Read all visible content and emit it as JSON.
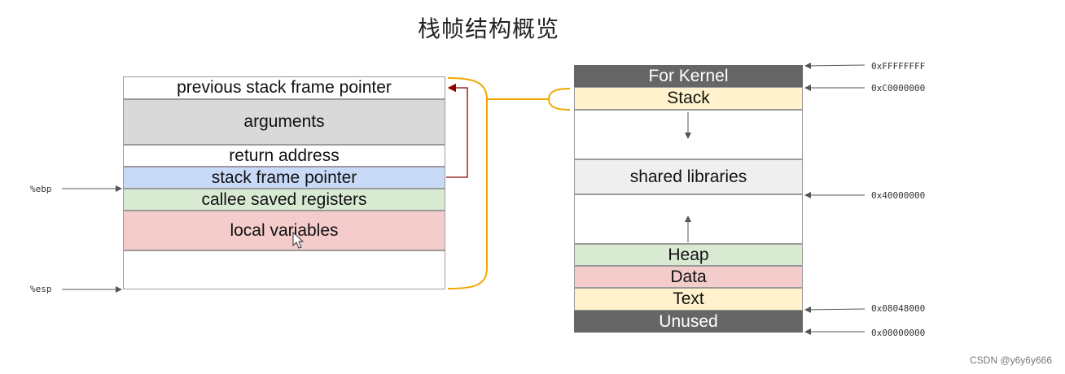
{
  "title": "栈帧结构概览",
  "stack_frame": {
    "rows": [
      {
        "label": "previous stack frame pointer",
        "color": "#ffffff"
      },
      {
        "label": "arguments",
        "color": "#d9d9d9"
      },
      {
        "label": "return address",
        "color": "#ffffff"
      },
      {
        "label": "stack frame pointer",
        "color": "#c9daf8"
      },
      {
        "label": "callee saved registers",
        "color": "#d9ead3"
      },
      {
        "label": "local variables",
        "color": "#f4cccc"
      },
      {
        "label": "",
        "color": "#ffffff"
      }
    ],
    "pointers": {
      "ebp": "%ebp",
      "esp": "%esp"
    }
  },
  "memory_map": {
    "segments": [
      {
        "label": "For Kernel",
        "color": "#666666",
        "text_color": "#ffffff"
      },
      {
        "label": "Stack",
        "color": "#fff2cc",
        "text_color": "#111111"
      },
      {
        "label": "",
        "color": "#ffffff",
        "text_color": "#111111"
      },
      {
        "label": "shared libraries",
        "color": "#efefef",
        "text_color": "#111111"
      },
      {
        "label": "",
        "color": "#ffffff",
        "text_color": "#111111"
      },
      {
        "label": "Heap",
        "color": "#d9ead3",
        "text_color": "#111111"
      },
      {
        "label": "Data",
        "color": "#f4cccc",
        "text_color": "#111111"
      },
      {
        "label": "Text",
        "color": "#fff2cc",
        "text_color": "#111111"
      },
      {
        "label": "Unused",
        "color": "#666666",
        "text_color": "#ffffff"
      }
    ],
    "addresses": [
      "0xFFFFFFFF",
      "0xC0000000",
      "0x40000000",
      "0x08048000",
      "0x00000000"
    ]
  },
  "colors": {
    "brace": "#f0a800",
    "return_arrow": "#8b0000",
    "pointer_arrow": "#555555"
  },
  "watermark": "CSDN @y6y6y666"
}
